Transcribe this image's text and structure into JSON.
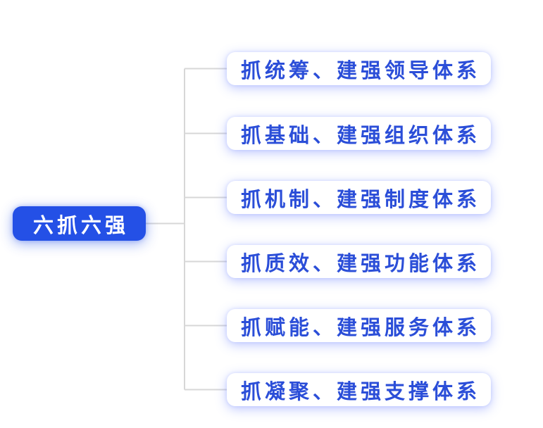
{
  "diagram": {
    "type": "mindmap-tree",
    "root": {
      "label": "六抓六强"
    },
    "branches": [
      {
        "label": "抓统筹、建强领导体系"
      },
      {
        "label": "抓基础、建强组织体系"
      },
      {
        "label": "抓机制、建强制度体系"
      },
      {
        "label": "抓质效、建强功能体系"
      },
      {
        "label": "抓赋能、建强服务体系"
      },
      {
        "label": "抓凝聚、建强支撑体系"
      }
    ]
  },
  "colors": {
    "background": "#ffffff",
    "root_bg": "#2450e6",
    "root_text": "#ffffff",
    "branch_bg": "#ffffff",
    "branch_text": "#2b4ed8",
    "connector": "#d7d7d7"
  }
}
